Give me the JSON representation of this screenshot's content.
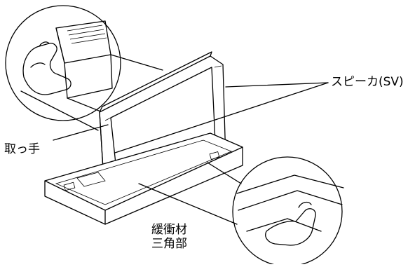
{
  "labels": {
    "speaker": "スピーカ(SV)",
    "handle": "取っ手",
    "cushion_line1": "緩衝材",
    "cushion_line2": "三角部"
  },
  "colors": {
    "line": "#000000",
    "background": "#ffffff"
  }
}
